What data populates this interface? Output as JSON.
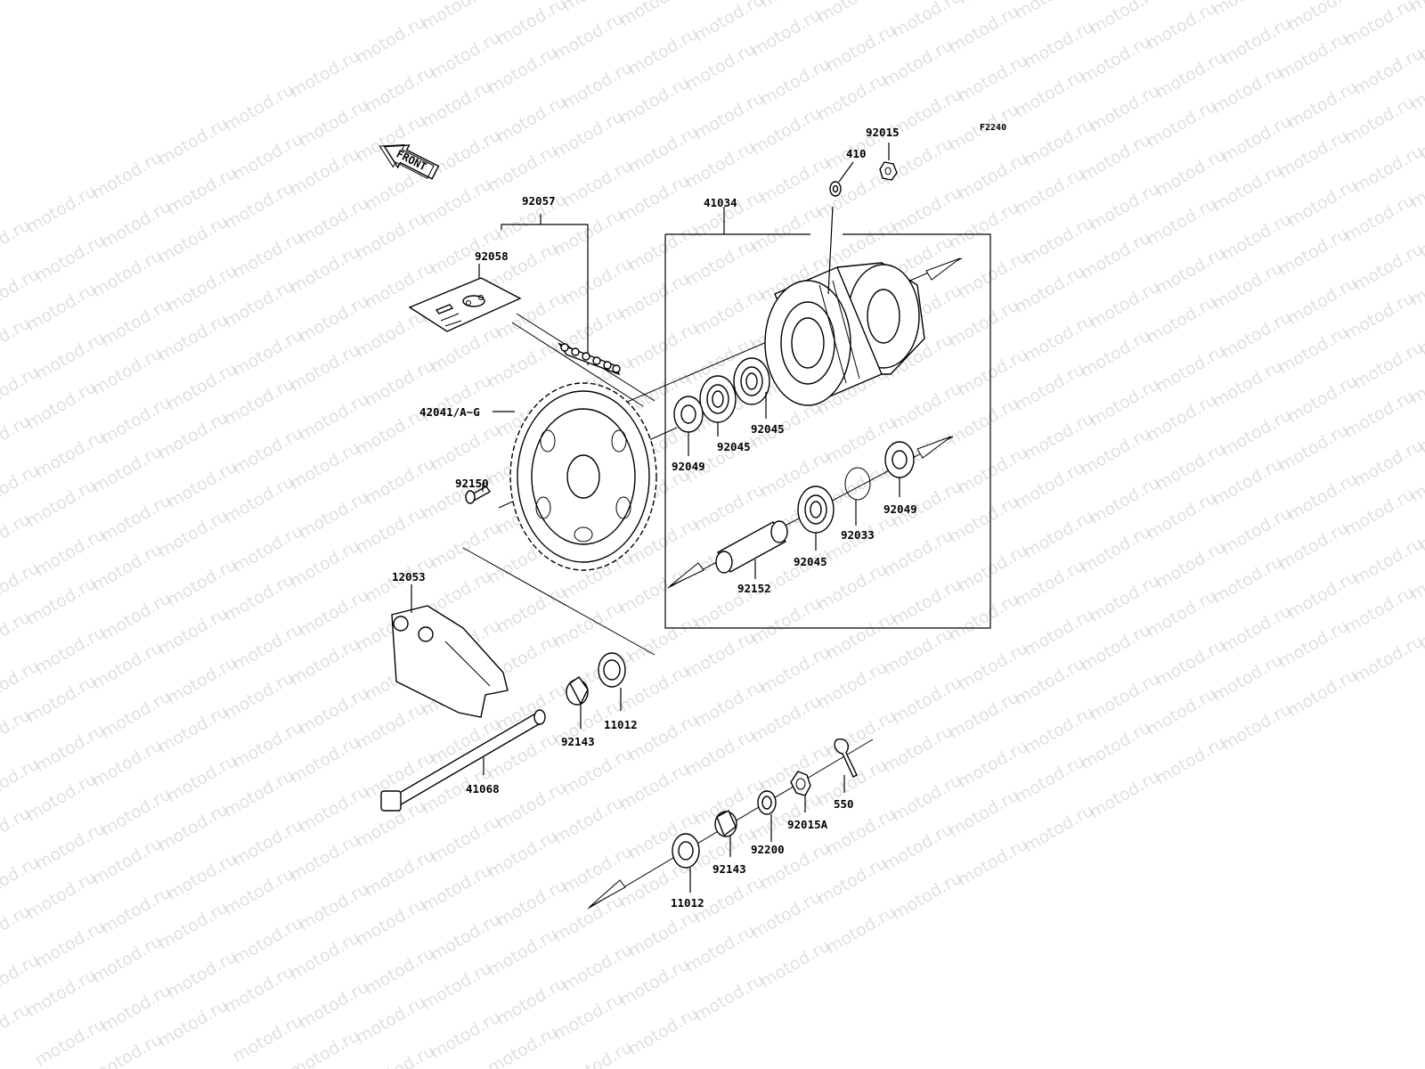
{
  "diagram": {
    "figure_ref": "F2240",
    "watermark": "motod.ru",
    "front_label": "FRONT",
    "callouts": [
      {
        "id": "92015",
        "text": "92015"
      },
      {
        "id": "410",
        "text": "410"
      },
      {
        "id": "41034",
        "text": "41034"
      },
      {
        "id": "92057",
        "text": "92057"
      },
      {
        "id": "92058",
        "text": "92058"
      },
      {
        "id": "42041",
        "text": "42041/A~G"
      },
      {
        "id": "92150",
        "text": "92150"
      },
      {
        "id": "92049a",
        "text": "92049"
      },
      {
        "id": "92045a",
        "text": "92045"
      },
      {
        "id": "92045b",
        "text": "92045"
      },
      {
        "id": "92045c",
        "text": "92045"
      },
      {
        "id": "92033",
        "text": "92033"
      },
      {
        "id": "92049b",
        "text": "92049"
      },
      {
        "id": "92152",
        "text": "92152"
      },
      {
        "id": "12053",
        "text": "12053"
      },
      {
        "id": "11012a",
        "text": "11012"
      },
      {
        "id": "92143a",
        "text": "92143"
      },
      {
        "id": "41068",
        "text": "41068"
      },
      {
        "id": "550",
        "text": "550"
      },
      {
        "id": "92015A",
        "text": "92015A"
      },
      {
        "id": "92200",
        "text": "92200"
      },
      {
        "id": "92143b",
        "text": "92143"
      },
      {
        "id": "11012b",
        "text": "11012"
      }
    ]
  }
}
